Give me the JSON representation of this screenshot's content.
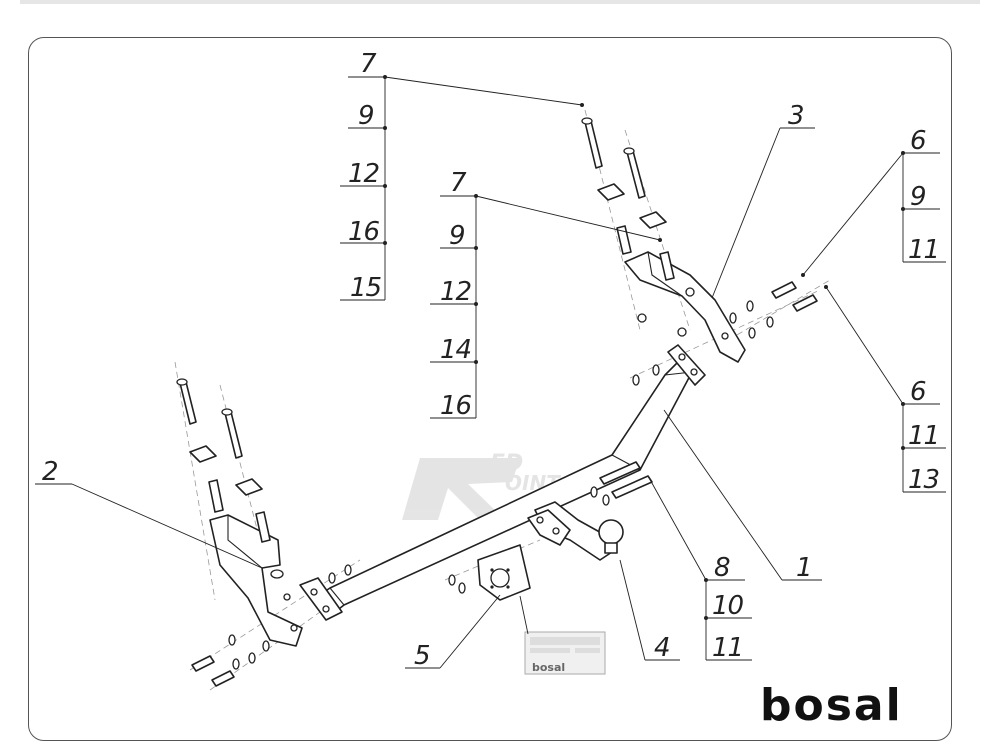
{
  "brand": "bosal",
  "watermark": {
    "letters": "R",
    "text_top": "ED",
    "text_bottom": "OINT"
  },
  "plate": {
    "brand": "bosal"
  },
  "callouts": [
    {
      "id": "c-7a",
      "text": "7"
    },
    {
      "id": "c-9a",
      "text": "9"
    },
    {
      "id": "c-12a",
      "text": "12"
    },
    {
      "id": "c-16a",
      "text": "16"
    },
    {
      "id": "c-15",
      "text": "15"
    },
    {
      "id": "c-7b",
      "text": "7"
    },
    {
      "id": "c-9b",
      "text": "9"
    },
    {
      "id": "c-12b",
      "text": "12"
    },
    {
      "id": "c-14",
      "text": "14"
    },
    {
      "id": "c-16b",
      "text": "16"
    },
    {
      "id": "c-3",
      "text": "3"
    },
    {
      "id": "c-6a",
      "text": "6"
    },
    {
      "id": "c-9c",
      "text": "9"
    },
    {
      "id": "c-11a",
      "text": "11"
    },
    {
      "id": "c-6b",
      "text": "6"
    },
    {
      "id": "c-11b",
      "text": "11"
    },
    {
      "id": "c-13",
      "text": "13"
    },
    {
      "id": "c-2",
      "text": "2"
    },
    {
      "id": "c-8",
      "text": "8"
    },
    {
      "id": "c-10",
      "text": "10"
    },
    {
      "id": "c-11c",
      "text": "11"
    },
    {
      "id": "c-1",
      "text": "1"
    },
    {
      "id": "c-5",
      "text": "5"
    },
    {
      "id": "c-4",
      "text": "4"
    }
  ]
}
